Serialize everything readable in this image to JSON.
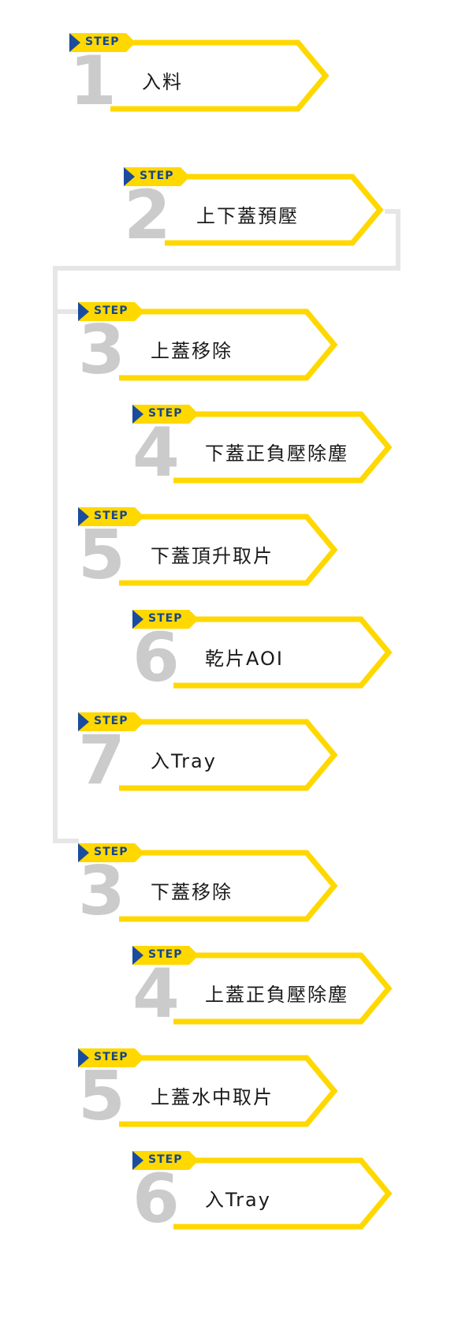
{
  "colors": {
    "outline": "#ffd800",
    "badge_flag": "#1a4b9c",
    "badge_text": "#16468d",
    "number": "#cbcbcb",
    "connector": "#e6e6e6",
    "label": "#1a1a1a"
  },
  "badge_word": "STEP",
  "steps": [
    {
      "number": "1",
      "label": "入料"
    },
    {
      "number": "2",
      "label": "上下蓋預壓"
    },
    {
      "number": "3",
      "label": "上蓋移除"
    },
    {
      "number": "4",
      "label": "下蓋正負壓除塵"
    },
    {
      "number": "5",
      "label": "下蓋頂升取片"
    },
    {
      "number": "6",
      "label": "乾片AOI"
    },
    {
      "number": "7",
      "label": "入Tray"
    },
    {
      "number": "3",
      "label": "下蓋移除"
    },
    {
      "number": "4",
      "label": "上蓋正負壓除塵"
    },
    {
      "number": "5",
      "label": "上蓋水中取片"
    },
    {
      "number": "6",
      "label": "入Tray"
    }
  ]
}
